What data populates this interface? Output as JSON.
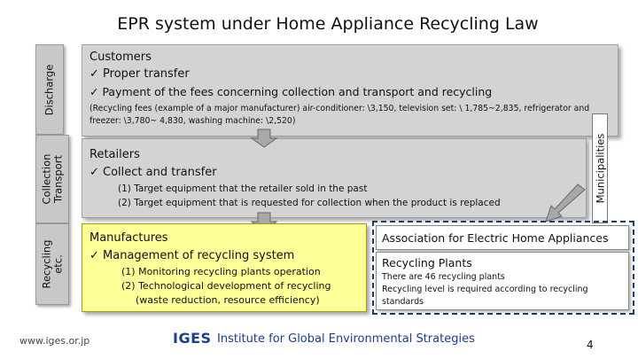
{
  "title": "EPR system under Home Appliance Recycling Law",
  "side_labels": {
    "discharge": "Discharge",
    "collection_line1": "Collection",
    "collection_line2": "Transport",
    "recycling_line1": "Recycling",
    "recycling_line2": "etc."
  },
  "customers": {
    "heading": "Customers",
    "item1": "✓  Proper transfer",
    "item2": "✓  Payment of the fees concerning collection and transport and recycling",
    "fees_line1": "(Recycling fees (example of a major manufacturer) air-conditioner: \\3,150, television set: \\ 1,785~2,835, refrigerator and",
    "fees_line2": "freezer: \\3,780~ 4,830, washing machine: \\2,520)"
  },
  "retailers": {
    "heading": "Retailers",
    "item1": "✓  Collect and transfer",
    "sub1": "(1) Target equipment that the retailer sold in the past",
    "sub2": "(2) Target equipment that is requested for collection when the product is replaced"
  },
  "municipalities": "Municipalities",
  "manufacturers": {
    "heading": "Manufactures",
    "item1": "✓  Management of recycling system",
    "sub1": "(1) Monitoring recycling plants operation",
    "sub2": "(2) Technological development of recycling",
    "sub3": "(waste reduction, resource efficiency)"
  },
  "association": "Association for Electric Home Appliances",
  "recycling_plants": {
    "heading": "Recycling Plants",
    "line1": "There are 46 recycling plants",
    "line2": "Recycling level is required according to recycling",
    "line3": "standards"
  },
  "footer": {
    "url": "www.iges.or.jp",
    "logo": "IGES",
    "institute": "Institute for Global Environmental Strategies",
    "page": "4"
  },
  "colors": {
    "gray_box": "#d3d3d3",
    "yellow_box": "#ffff99",
    "brand_blue": "#1a3f8f",
    "dashed_border": "#1f3b6e"
  }
}
